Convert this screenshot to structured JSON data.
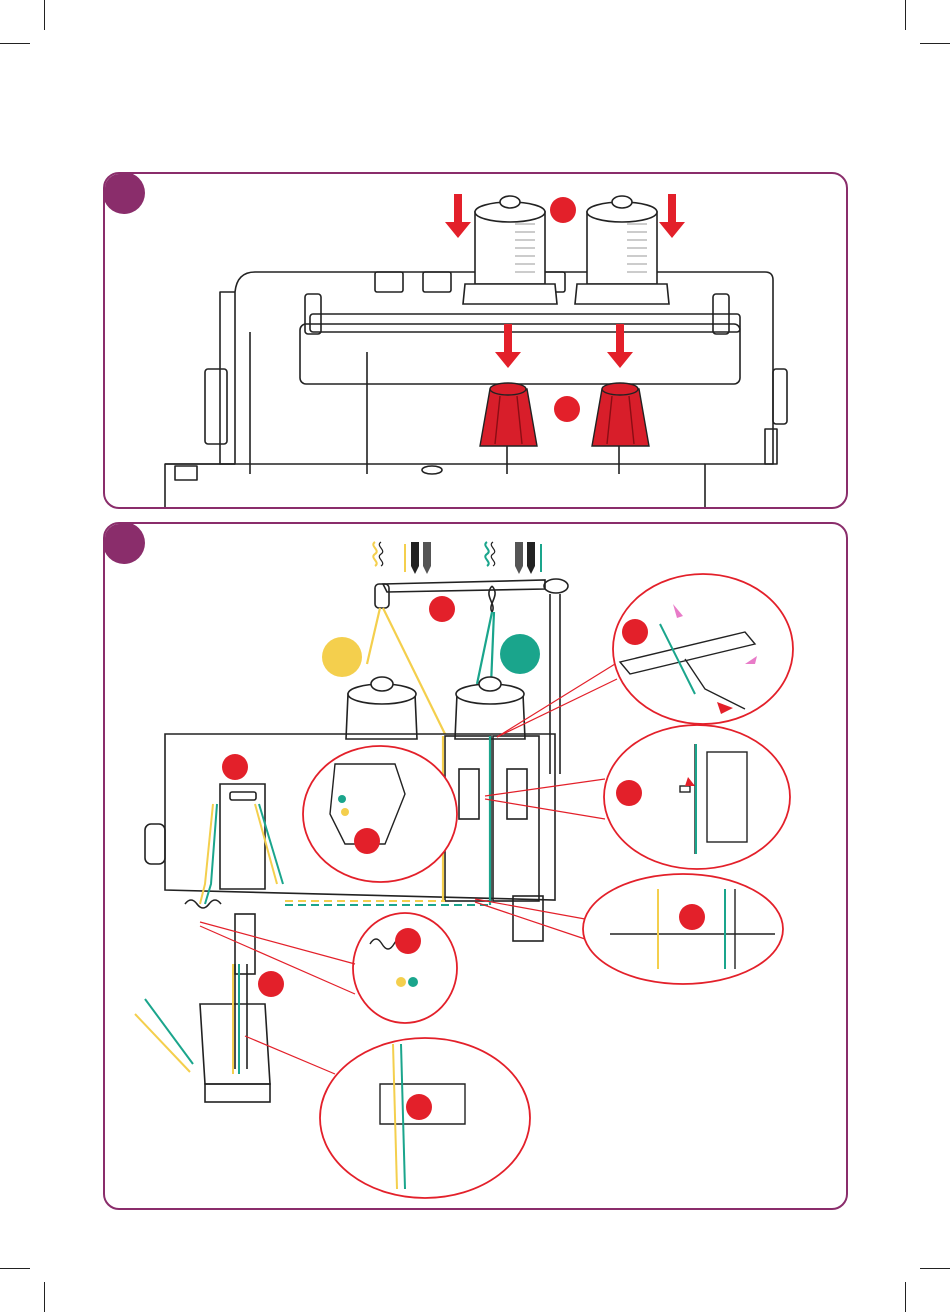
{
  "page": {
    "background": "#ffffff"
  },
  "colors": {
    "panel_border": "#8a2d6b",
    "step_badge": "#8a2d6b",
    "callout_red": "#e3202a",
    "thread_yellow": "#f4cf4d",
    "thread_teal": "#1aa58c",
    "spool_cap_red": "#d81e2a",
    "hint_pink": "#e87bc8",
    "line_art": "#222222"
  },
  "icons": {
    "step_badge": "circle-badge-icon",
    "callout": "red-dot-icon",
    "arrow": "down-arrow-icon",
    "thread_legend_yellow": "yellow-needle-thread-icon",
    "thread_legend_teal": "teal-needle-thread-icon"
  },
  "panels": [
    {
      "id": "panel-1",
      "content": "spool-placement"
    },
    {
      "id": "panel-2",
      "content": "needle-threading"
    }
  ]
}
